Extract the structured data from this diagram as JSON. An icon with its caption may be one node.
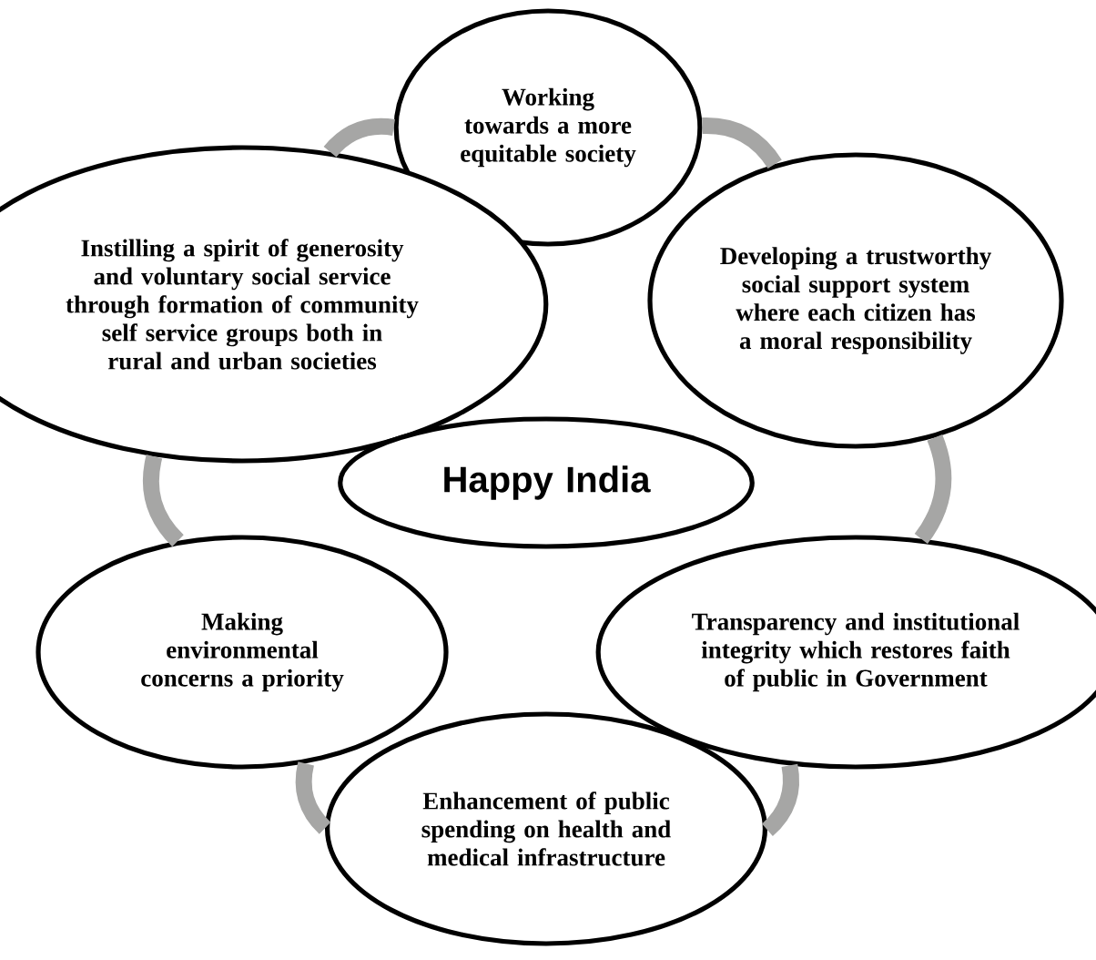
{
  "diagram": {
    "nodes": [
      {
        "text": [
          "Working towards a more equitable society"
        ]
      },
      {
        "text": [
          "Instilling a spirit of generosity and voluntary social service through formation of community self service groups both in rural and urban societies"
        ]
      },
      {
        "text": [
          "Developing a trustworthy social support system where each citizen has a moral responsibility"
        ]
      },
      {
        "text": [
          "Happy India"
        ]
      },
      {
        "text": [
          "Making environmental concerns a priority"
        ]
      },
      {
        "text": [
          "Transparency and institutional integrity which restores faith of public in Government"
        ]
      },
      {
        "text": [
          "Enhancement of public spending on health and medical infrastructure"
        ]
      }
    ],
    "edges": [
      {
        "from": 0,
        "to": 2,
        "arrow": "none"
      },
      {
        "from": 2,
        "to": 5,
        "arrow": "none"
      },
      {
        "from": 5,
        "to": 6,
        "arrow": "none"
      },
      {
        "from": 6,
        "to": 4,
        "arrow": "none"
      },
      {
        "from": 4,
        "to": 1,
        "arrow": "none"
      },
      {
        "from": 1,
        "to": 0,
        "arrow": "none"
      }
    ]
  }
}
